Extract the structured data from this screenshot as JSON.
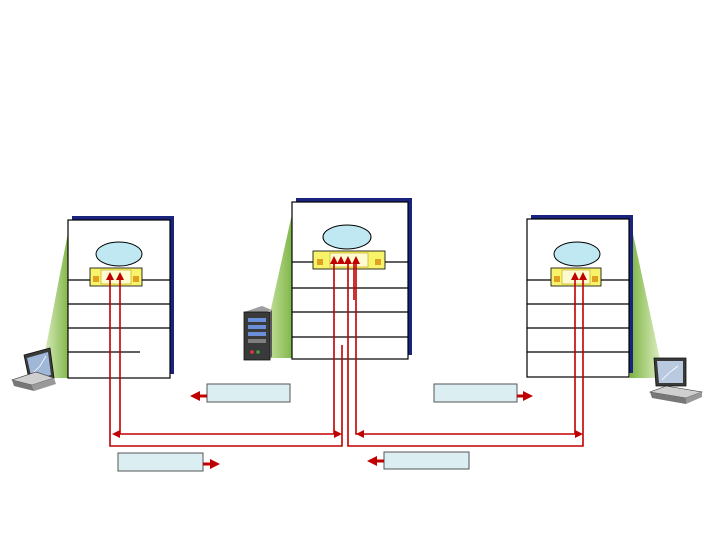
{
  "diagram": {
    "nodes": [
      {
        "id": "host-left",
        "role": "end-host",
        "icon": "laptop-icon"
      },
      {
        "id": "router-left",
        "role": "protocol-stack"
      },
      {
        "id": "router-middle",
        "role": "protocol-stack"
      },
      {
        "id": "router-right",
        "role": "protocol-stack"
      },
      {
        "id": "server",
        "role": "server",
        "icon": "server-tower-icon"
      },
      {
        "id": "host-right",
        "role": "end-host",
        "icon": "laptop-icon"
      }
    ],
    "message_boxes": [
      {
        "id": "msg-top-left",
        "label": "",
        "direction": "left"
      },
      {
        "id": "msg-top-right",
        "label": "",
        "direction": "right"
      },
      {
        "id": "msg-bottom-left",
        "label": "",
        "direction": "right"
      },
      {
        "id": "msg-bottom-right",
        "label": "",
        "direction": "left"
      }
    ],
    "colors": {
      "stack_border": "#000000",
      "stack_shadow": "#1a237e",
      "wedge": "#8bc34a",
      "protocol_oval": "#bfe8f2",
      "interface_card": "#f7f36b",
      "interface_port": "#e0a020",
      "arrow": "#c00000",
      "message_box": "#dbeef2"
    }
  }
}
